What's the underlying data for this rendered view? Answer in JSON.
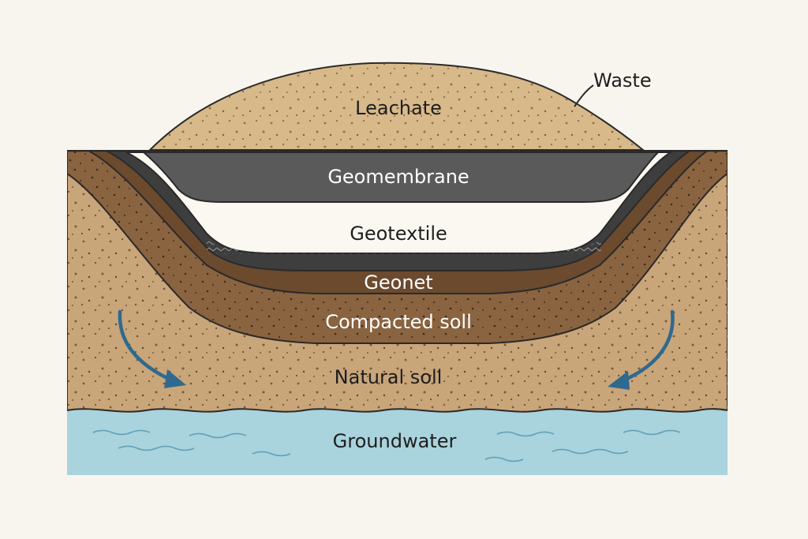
{
  "labels": {
    "waste": "Waste",
    "leachate": "Leachate",
    "geomembrane": "Geomembrane",
    "geotextile": "Geotextile",
    "geonet": "Geonet",
    "compacted_soil": "Compacted soll",
    "natural_soil": "Natural soll",
    "groundwater": "Groundwater"
  },
  "colors": {
    "background": "#f8f5ee",
    "waste_mound": "#d8b98a",
    "natural_soil": "#c9a57a",
    "compacted_soil": "#8a6440",
    "geonet_band": "#6b4a2e",
    "liner_dark": "#3e3e3e",
    "geomembrane": "#5a5a5a",
    "geotextile": "#fbf8f1",
    "groundwater": "#a9d3dd",
    "flow_arrow": "#2e6a8f",
    "outline": "#2a2a2a"
  },
  "icons": {
    "left_arrow": "curved-down-right-arrow-icon",
    "right_arrow": "curved-down-left-arrow-icon"
  }
}
